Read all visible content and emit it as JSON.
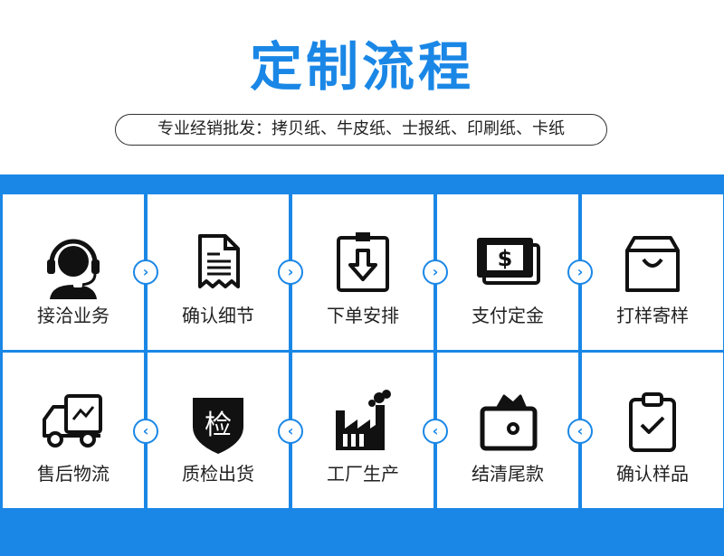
{
  "header": {
    "title": "定制流程",
    "subtitle": "专业经销批发：拷贝纸、牛皮纸、士报纸、印刷纸、卡纸"
  },
  "colors": {
    "accent": "#1a87e6",
    "text": "#222222"
  },
  "steps_row1": [
    {
      "label": "接洽业务",
      "icon": "customer-service-icon"
    },
    {
      "label": "确认细节",
      "icon": "document-icon"
    },
    {
      "label": "下单安排",
      "icon": "download-order-icon"
    },
    {
      "label": "支付定金",
      "icon": "money-payment-icon"
    },
    {
      "label": "打样寄样",
      "icon": "shopping-bag-icon"
    }
  ],
  "steps_row2": [
    {
      "label": "售后物流",
      "icon": "delivery-truck-icon"
    },
    {
      "label": "质检出货",
      "icon": "inspection-shield-icon",
      "badge": "检"
    },
    {
      "label": "工厂生产",
      "icon": "factory-icon"
    },
    {
      "label": "结清尾款",
      "icon": "wallet-icon"
    },
    {
      "label": "确认样品",
      "icon": "clipboard-check-icon"
    }
  ],
  "arrows": {
    "forward": "›",
    "backward": "‹"
  }
}
